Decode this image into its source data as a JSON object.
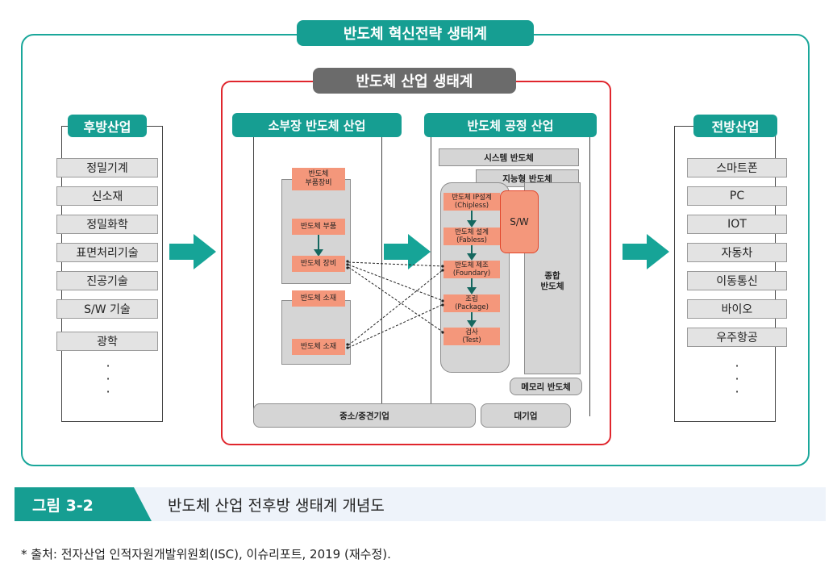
{
  "outer_title": "반도체 혁신전략 생태계",
  "industry_title": "반도체 산업 생태계",
  "downstream": {
    "title": "후방산업",
    "items": [
      "정밀기계",
      "신소재",
      "정밀화학",
      "표면처리기술",
      "진공기술",
      "S/W 기술",
      "광학"
    ],
    "ellipsis": "·\n·\n·"
  },
  "upstream": {
    "title": "전방산업",
    "items": [
      "스마트폰",
      "PC",
      "IOT",
      "자동차",
      "이동통신",
      "바이오",
      "우주항공"
    ],
    "ellipsis": "·\n·\n·"
  },
  "materials": {
    "title": "소부장 반도체 산업",
    "parts_equipment": "반도체\n부품장비",
    "parts": "반도체 부품",
    "equipment": "반도체 장비",
    "materials_group": "반도체 소재",
    "materials_item": "반도체 소재"
  },
  "process": {
    "title": "반도체 공정 산업",
    "system": "시스템 반도체",
    "intelligent": "지능형 반도체",
    "chipless": "반도체 IP설계\n(Chipless)",
    "fabless": "반도체 설계\n(Fabless)",
    "foundry": "반도체 제조\n(Foundary)",
    "package": "조립\n(Package)",
    "test": "검사\n(Test)",
    "sw": "S/W",
    "integrated": "종합\n반도체",
    "memory": "메모리 반도체"
  },
  "sme": "중소/중견기업",
  "large": "대기업",
  "figure_label": "그림 3-2",
  "figure_title": "반도체 산업 전후방 생태계 개념도",
  "source": "* 출처: 전자산업 인적자원개발위원회(ISC), 이슈리포트, 2019 (재수정).",
  "colors": {
    "teal": "#169e92",
    "red": "#e0262d",
    "gray_title": "#6b6b6b",
    "orange": "#f4977b",
    "box_gray": "#d5d5d5"
  }
}
